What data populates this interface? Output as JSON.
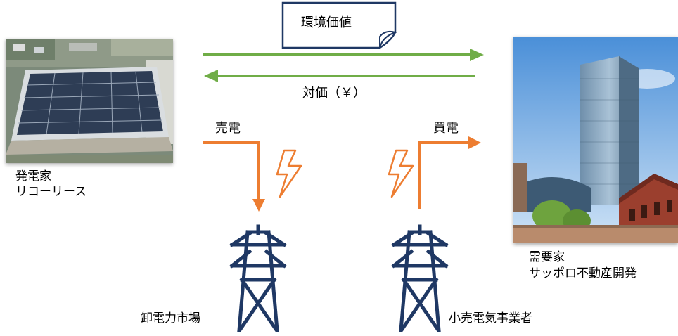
{
  "top_flow": {
    "value_label": "環境価値",
    "payment_label": "対価（￥）"
  },
  "generator": {
    "role": "発電家",
    "company": "リコーリース"
  },
  "consumer": {
    "role": "需要家",
    "company": "サッポロ不動産開発"
  },
  "sell_label": "売電",
  "buy_label": "買電",
  "wholesale_market": "卸電力市場",
  "retailer": "小売電気事業者",
  "colors": {
    "green_arrow": "#70ad47",
    "orange_arrow": "#ed7d31",
    "tower_navy": "#1f3864",
    "doc_border": "#1f3864"
  }
}
